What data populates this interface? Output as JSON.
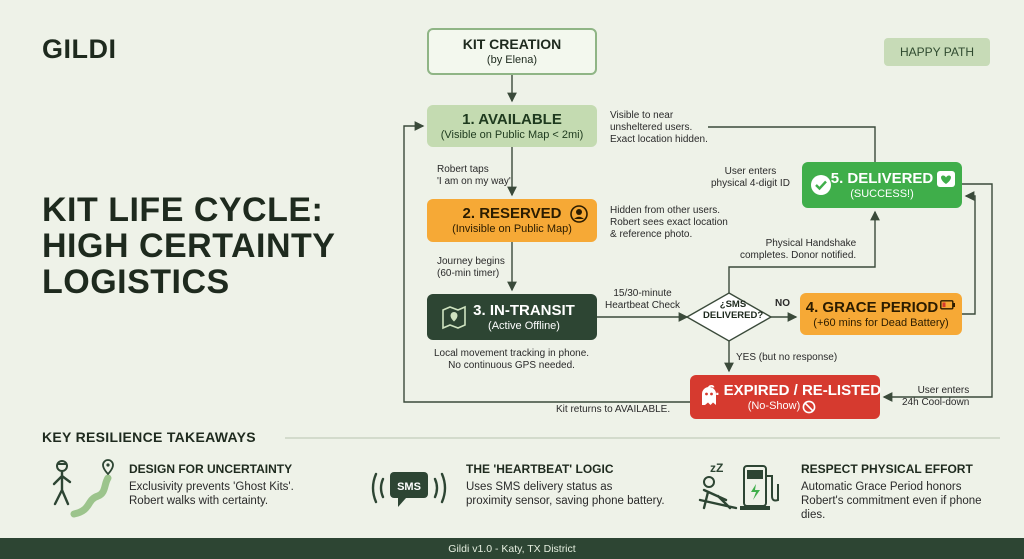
{
  "brand": "GILDI",
  "headline": [
    "KIT LIFE CYCLE:",
    "HIGH CERTAINTY",
    "LOGISTICS"
  ],
  "badge": "HAPPY PATH",
  "nodes": {
    "kit": {
      "title": "KIT CREATION",
      "sub": "(by Elena)"
    },
    "available": {
      "title": "1. AVAILABLE",
      "sub": "(Visible on Public Map < 2mi)"
    },
    "reserved": {
      "title": "2. RESERVED",
      "sub": "(Invisible on Public Map)"
    },
    "transit": {
      "title": "3. IN-TRANSIT",
      "sub": "(Active Offline)"
    },
    "decision": [
      "¿SMS",
      "DELIVERED?"
    ],
    "grace": {
      "title": "4. GRACE PERIOD",
      "sub": "(+60 mins for Dead Battery)"
    },
    "delivered": {
      "title": "5. DELIVERED",
      "sub": "(SUCCESS!)"
    },
    "expired": {
      "title": "6. EXPIRED / RE-LISTED",
      "sub": "(No-Show)"
    }
  },
  "notes": {
    "available_side": [
      "Visible to near",
      "unsheltered users.",
      "Exact location hidden."
    ],
    "robert_taps": [
      "Robert taps",
      "'I am on my way'"
    ],
    "reserved_side": [
      "Hidden from other users.",
      "Robert sees exact location",
      "& reference photo."
    ],
    "journey": [
      "Journey begins",
      "(60-min timer)"
    ],
    "heartbeat": [
      "15/30-minute",
      "Heartbeat Check"
    ],
    "transit_below": [
      "Local movement tracking in phone.",
      "No continuous GPS needed."
    ],
    "no": "NO",
    "yes": "YES (but no response)",
    "handshake": [
      "Physical Handshake",
      "completes. Donor notified."
    ],
    "user_enters_id": [
      "User enters",
      "physical 4-digit ID"
    ],
    "cooldown": [
      "User enters",
      "24h Cool-down"
    ],
    "returns": "Kit returns to AVAILABLE."
  },
  "takeaways": {
    "title": "KEY RESILIENCE TAKEAWAYS",
    "cards": [
      {
        "title": "DESIGN FOR UNCERTAINTY",
        "body": [
          "Exclusivity prevents 'Ghost Kits'.",
          "Robert walks with certainty."
        ],
        "icon": "walking-path-icon"
      },
      {
        "title": "THE 'HEARTBEAT' LOGIC",
        "body": [
          "Uses SMS delivery status as",
          "proximity sensor, saving phone battery."
        ],
        "icon": "sms-signal-icon"
      },
      {
        "title": "RESPECT PHYSICAL EFFORT",
        "body": [
          "Automatic Grace Period honors",
          "Robert's commitment even if phone",
          "dies."
        ],
        "icon": "charging-station-icon"
      }
    ]
  },
  "icons": {
    "sms_text": "SMS",
    "sleep_text": "zZ"
  },
  "footer": "Gildi v1.0 - Katy, TX District",
  "colors": {
    "background": "#eef2e8",
    "dark_green": "#2d4533",
    "light_green": "#c4dbb1",
    "orange": "#f6a936",
    "bright_green": "#3fae4a",
    "red": "#d63a2f"
  }
}
